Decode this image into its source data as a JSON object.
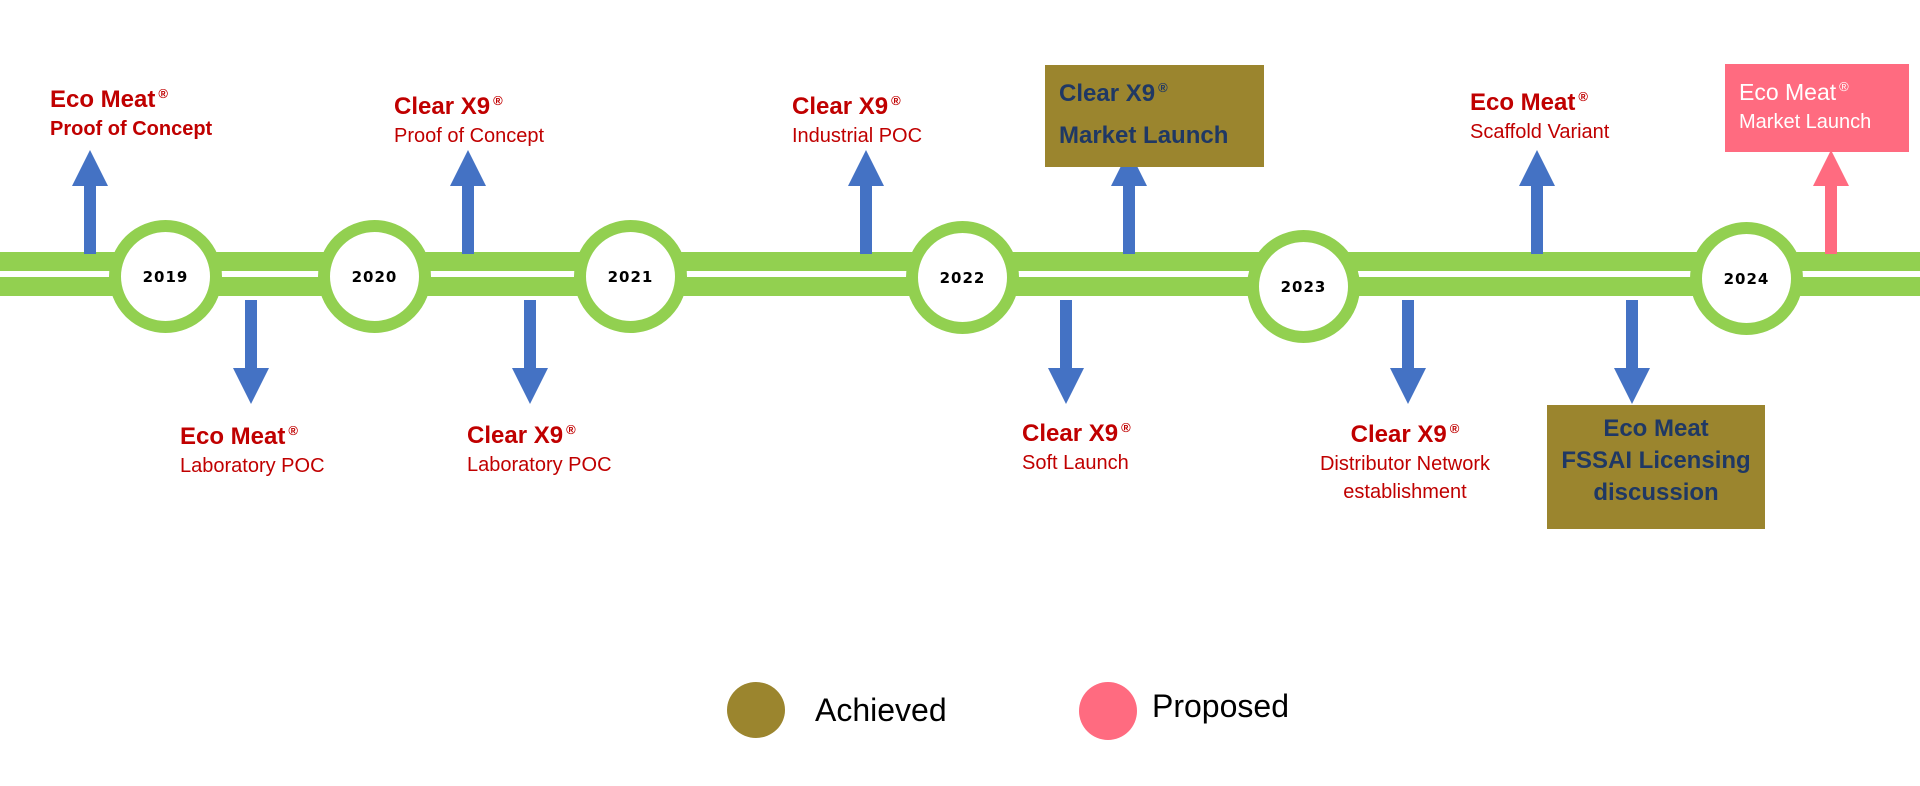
{
  "colors": {
    "track": "#92d050",
    "arrow_achieved": "#4472c4",
    "arrow_proposed": "#ff6b80",
    "label_text": "#c00000",
    "achieved": "#9b852e",
    "proposed": "#ff6b80",
    "box_text": "#1f3864"
  },
  "years": [
    "2019",
    "2020",
    "2021",
    "2022",
    "2023",
    "2024"
  ],
  "milestones": {
    "eco_poc": {
      "title": "Eco Meat",
      "mark": "®",
      "sub": "Proof of Concept"
    },
    "eco_lab": {
      "title": "Eco Meat",
      "mark": "®",
      "sub": "Laboratory POC"
    },
    "clear_poc": {
      "title": "Clear X9",
      "mark": "®",
      "sub": "Proof of Concept"
    },
    "clear_lab": {
      "title": "Clear X9",
      "mark": "®",
      "sub": "Laboratory POC"
    },
    "clear_ind": {
      "title": "Clear X9",
      "mark": "®",
      "sub": "Industrial POC"
    },
    "clear_market": {
      "title": "Clear X9",
      "mark": "®",
      "sub": "Market Launch"
    },
    "clear_soft": {
      "title": "Clear X9",
      "mark": "®",
      "sub": "Soft Launch"
    },
    "clear_dist": {
      "title": "Clear X9",
      "mark": "®",
      "sub1": "Distributor Network",
      "sub2": "establishment"
    },
    "eco_scaffold": {
      "title": "Eco Meat",
      "mark": "®",
      "sub": "Scaffold Variant"
    },
    "eco_fssai": {
      "line1": "Eco Meat",
      "line2": "FSSAI Licensing",
      "line3": "discussion"
    },
    "eco_market": {
      "title": "Eco Meat",
      "mark": "®",
      "sub": "Market Launch"
    }
  },
  "legend": {
    "achieved": "Achieved",
    "proposed": "Proposed"
  }
}
